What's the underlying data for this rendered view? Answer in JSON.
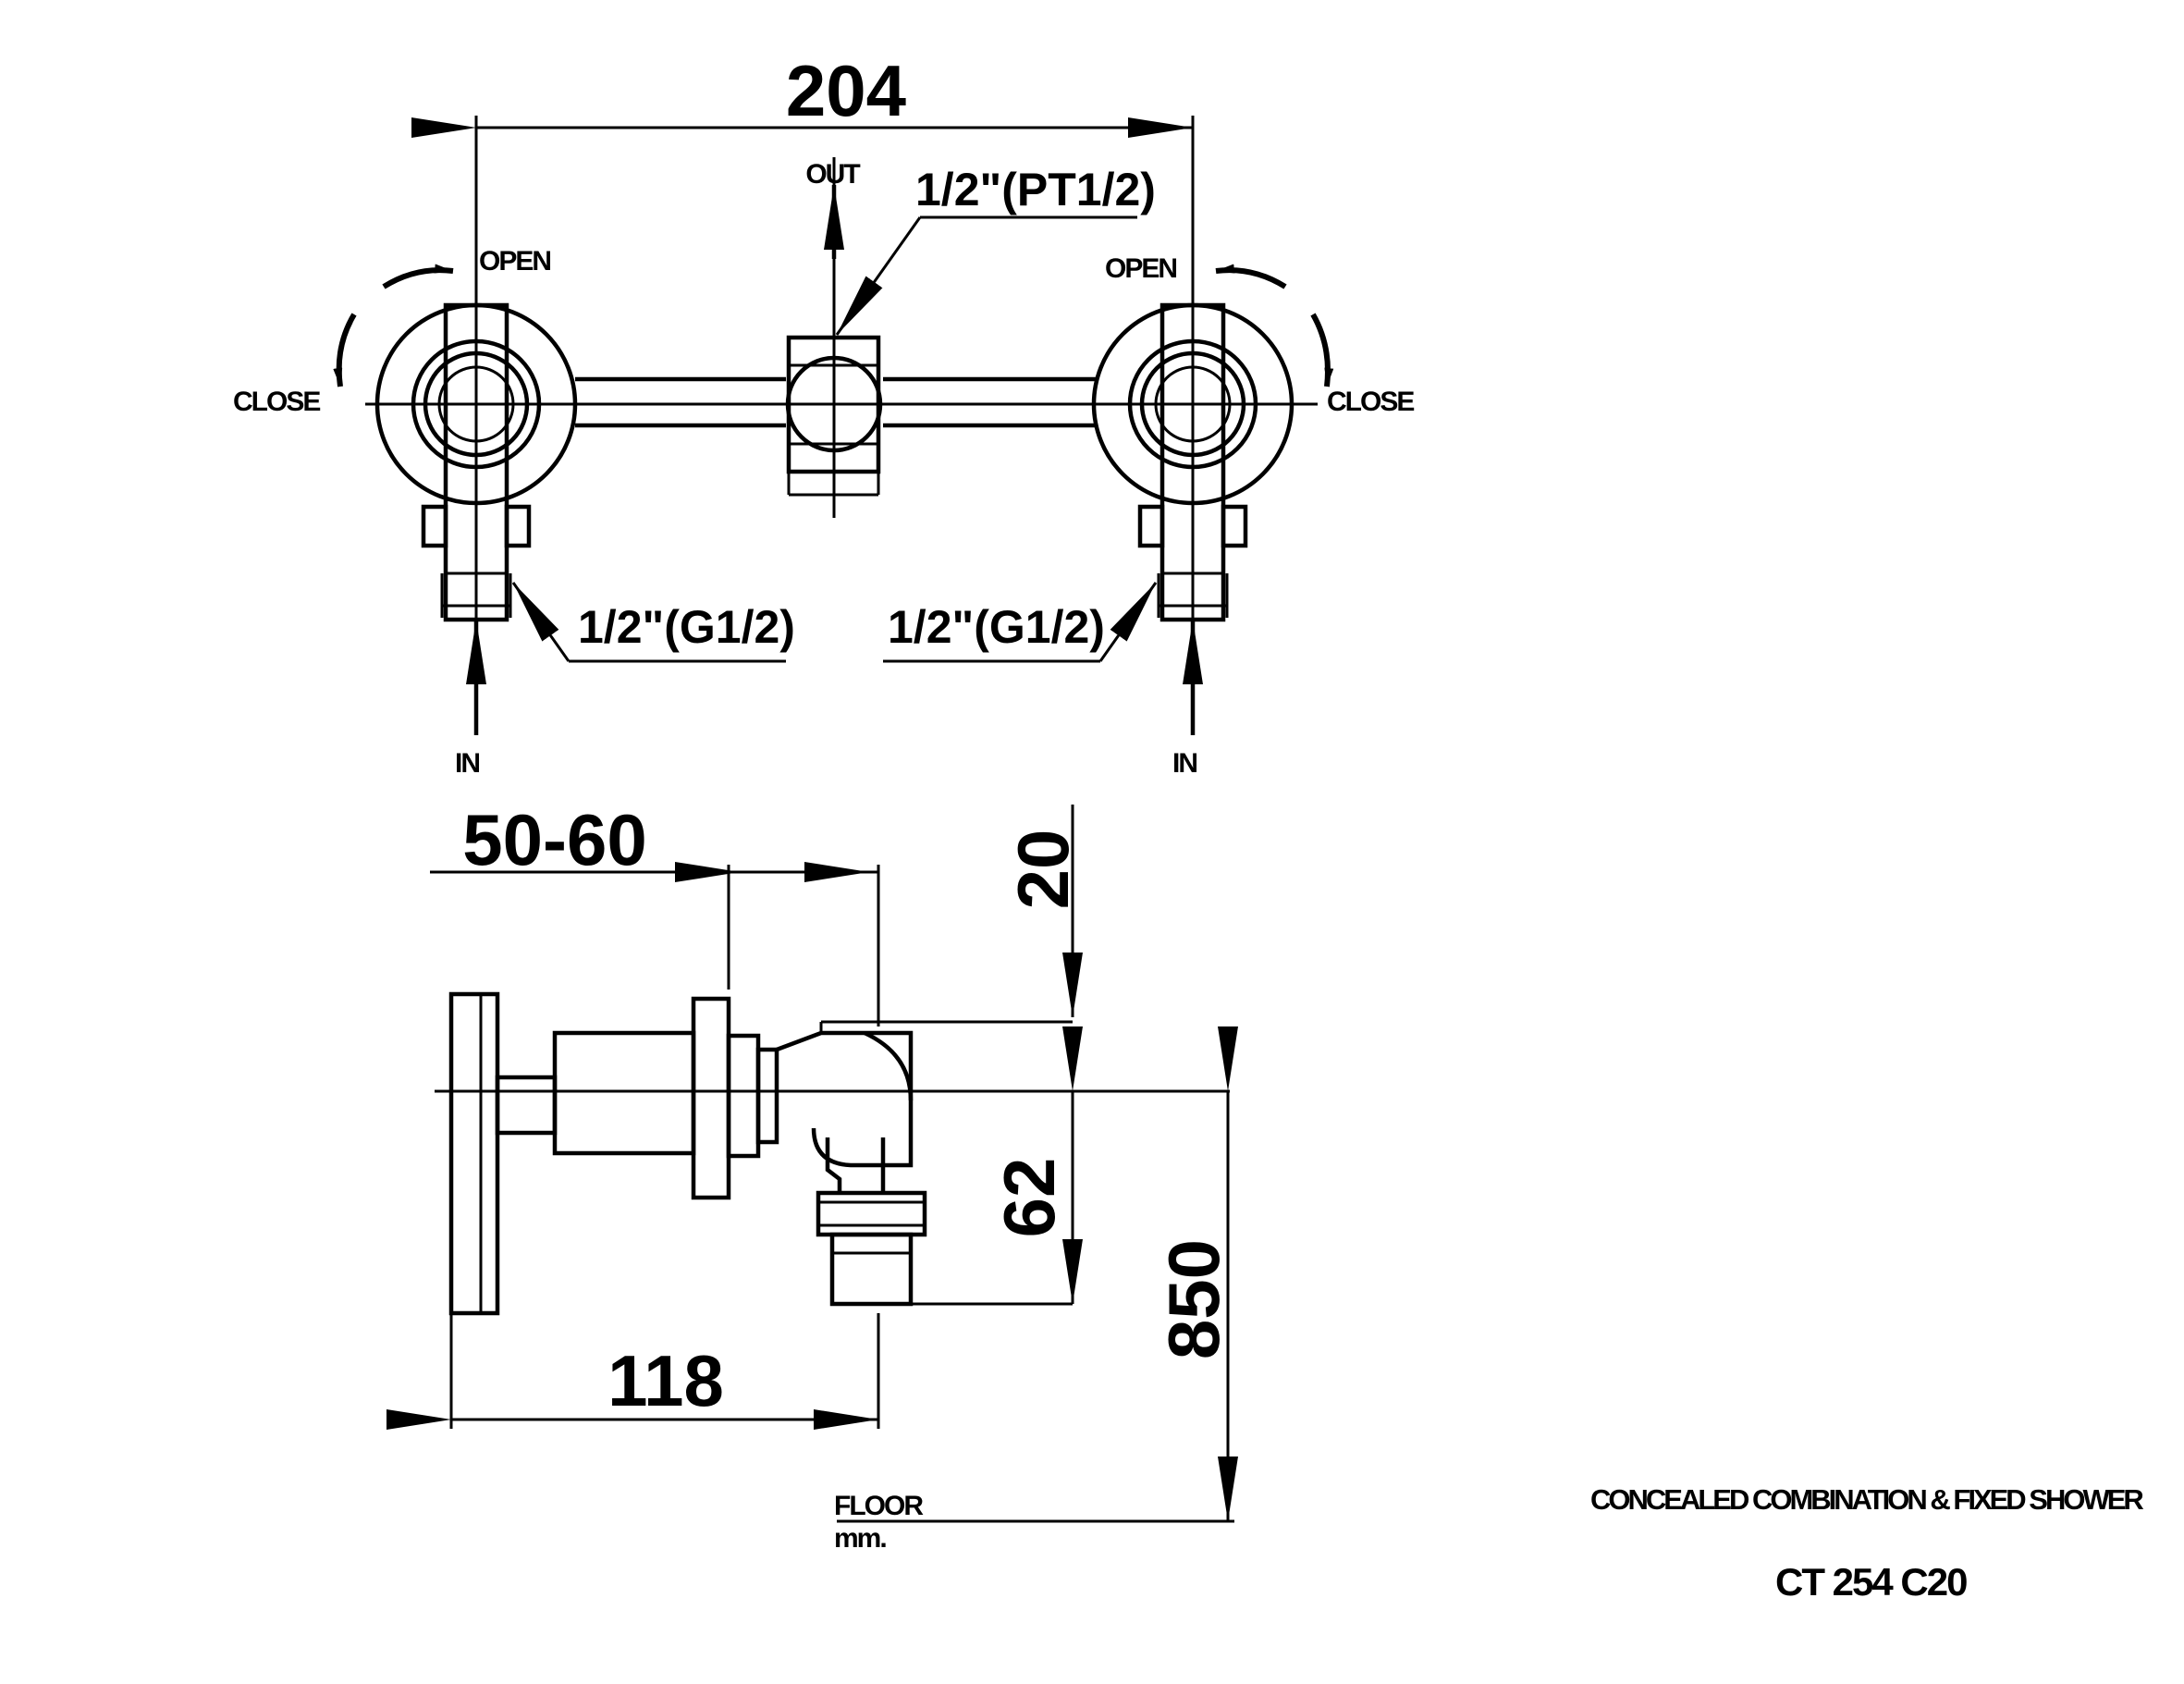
{
  "drawing": {
    "title": "CONCEALED COMBINATION & FIXED SHOWER",
    "model": "CT 254 C20",
    "unit": "mm."
  },
  "dimensions": {
    "overall_width": "204",
    "depth_range": "50-60",
    "depth_total": "118",
    "top_offset": "20",
    "inlet_drop": "62",
    "floor_height": "850"
  },
  "labels": {
    "out": "OUT",
    "open_left": "OPEN",
    "open_right": "OPEN",
    "close_left": "CLOSE",
    "close_right": "CLOSE",
    "in_left": "IN",
    "in_right": "IN",
    "floor": "FLOOR"
  },
  "threads": {
    "outlet": "1/2\"(PT1/2)",
    "inlet_left": "1/2\"(G1/2)",
    "inlet_right": "1/2\"(G1/2)"
  }
}
